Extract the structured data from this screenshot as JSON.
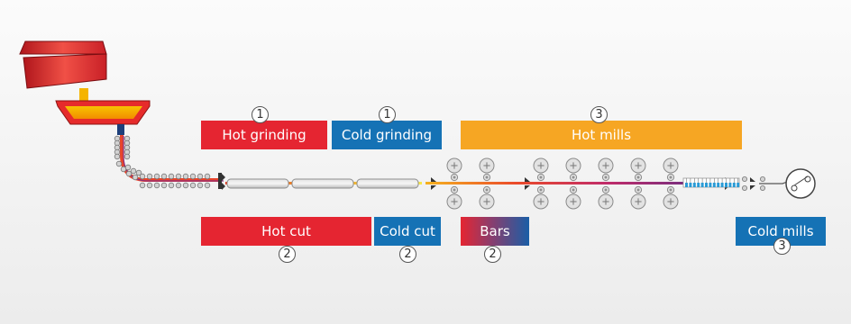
{
  "process_labels": {
    "hot_grinding": {
      "text": "Hot grinding",
      "number": "1"
    },
    "cold_grinding": {
      "text": "Cold grinding",
      "number": "1"
    },
    "hot_mills": {
      "text": "Hot mills",
      "number": "3"
    },
    "hot_cut": {
      "text": "Hot cut",
      "number": "2"
    },
    "cold_cut": {
      "text": "Cold cut",
      "number": "2"
    },
    "bars": {
      "text": "Bars",
      "number": "2"
    },
    "cold_mills": {
      "text": "Cold mills",
      "number": "3"
    }
  },
  "colors": {
    "hot": "#e52531",
    "cold": "#1572b5",
    "mill": "#f6a623",
    "background": "#f2f2f2"
  }
}
